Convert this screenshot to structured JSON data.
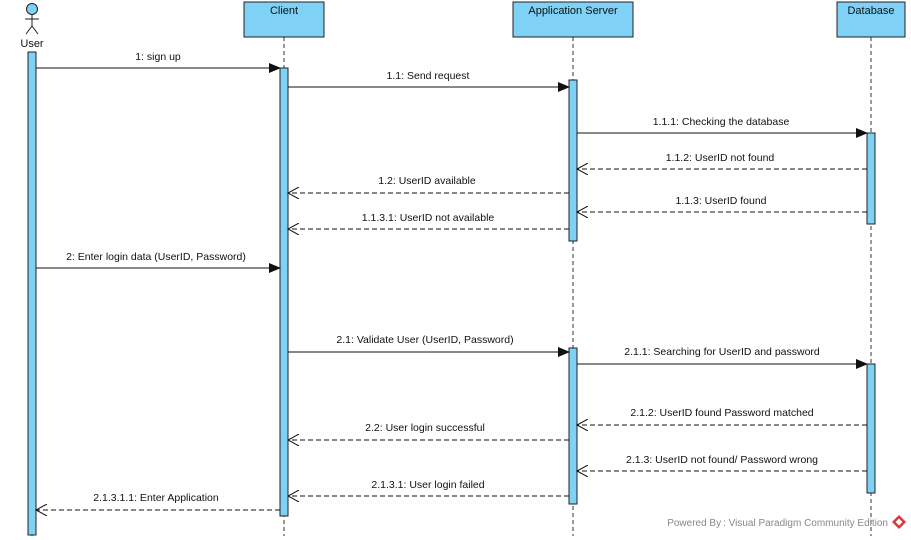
{
  "diagram": {
    "participants": [
      {
        "id": "user",
        "name": "User",
        "kind": "actor"
      },
      {
        "id": "client",
        "name": "Client",
        "kind": "box"
      },
      {
        "id": "server",
        "name": "Application Server",
        "kind": "box"
      },
      {
        "id": "db",
        "name": "Database",
        "kind": "box"
      }
    ],
    "messages": [
      {
        "id": "m1",
        "label": "1: sign up",
        "from": "user",
        "to": "client",
        "type": "sync"
      },
      {
        "id": "m2",
        "label": "1.1: Send request",
        "from": "client",
        "to": "server",
        "type": "sync"
      },
      {
        "id": "m3",
        "label": "1.1.1: Checking the database",
        "from": "server",
        "to": "db",
        "type": "sync"
      },
      {
        "id": "m4",
        "label": "1.1.2: UserID not found",
        "from": "db",
        "to": "server",
        "type": "return"
      },
      {
        "id": "m5",
        "label": "1.2: UserID available",
        "from": "server",
        "to": "client",
        "type": "return"
      },
      {
        "id": "m6",
        "label": "1.1.3: UserID found",
        "from": "db",
        "to": "server",
        "type": "return"
      },
      {
        "id": "m7",
        "label": "1.1.3.1: UserID not available",
        "from": "server",
        "to": "client",
        "type": "return"
      },
      {
        "id": "m8",
        "label": "2: Enter login data (UserID, Password)",
        "from": "user",
        "to": "client",
        "type": "sync"
      },
      {
        "id": "m9",
        "label": "2.1: Validate User (UserID, Password)",
        "from": "client",
        "to": "server",
        "type": "sync"
      },
      {
        "id": "m10",
        "label": "2.1.1: Searching for UserID and password",
        "from": "server",
        "to": "db",
        "type": "sync"
      },
      {
        "id": "m11",
        "label": "2.1.2: UserID found Password matched",
        "from": "db",
        "to": "server",
        "type": "return"
      },
      {
        "id": "m12",
        "label": "2.2: User login successful",
        "from": "server",
        "to": "client",
        "type": "return"
      },
      {
        "id": "m13",
        "label": "2.1.3: UserID not found/ Password wrong",
        "from": "db",
        "to": "server",
        "type": "return"
      },
      {
        "id": "m14",
        "label": "2.1.3.1: User login failed",
        "from": "server",
        "to": "client",
        "type": "return"
      },
      {
        "id": "m15",
        "label": "2.1.3.1.1: Enter Application",
        "from": "client",
        "to": "user",
        "type": "return"
      }
    ],
    "footer": "Powered By : Visual Paradigm Community Edition",
    "colors": {
      "fill": "#7fd1f5",
      "stroke": "#222222",
      "line": "#333333"
    }
  }
}
